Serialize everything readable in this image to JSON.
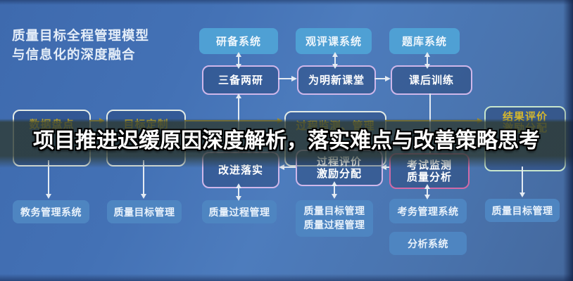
{
  "title": {
    "line1": "质量目标全程管理模型",
    "line2": "与信息化的深度融合"
  },
  "banner": {
    "text": "项目推进迟缓原因深度解析，落实难点与改善策略思考"
  },
  "colors": {
    "background_blue": "#4a74ae",
    "system_top": "#4fa0d4",
    "system_bottom": "#4e85c1",
    "gold_text": "#d5b72d",
    "lavender_border": "#cfb7ea",
    "pink_border": "#d06aa6",
    "green_border": "#c8e6cd",
    "banner_overlay": "#2e3b34"
  },
  "diagram": {
    "systems_top": [
      {
        "label": "研备系统"
      },
      {
        "label": "观评课系统"
      },
      {
        "label": "题库系统"
      }
    ],
    "process_row": [
      {
        "label": "三备两研"
      },
      {
        "label": "为明新课堂"
      },
      {
        "label": "课后训练"
      }
    ],
    "stage_row": [
      {
        "label": "数据盘点"
      },
      {
        "label": "目标定制"
      },
      {
        "label": "过程监测、管理"
      },
      {
        "line1": "结果评价",
        "line2": "激励分配"
      }
    ],
    "feedback_row": [
      {
        "label": "改进落实"
      },
      {
        "line1": "过程评价",
        "line2": "激励分配"
      },
      {
        "line1": "考试监测",
        "line2": "质量分析"
      }
    ],
    "systems_bottom": [
      {
        "label": "教务管理系统"
      },
      {
        "label": "质量目标管理"
      },
      {
        "label": "质量过程管理"
      },
      {
        "line1": "质量目标管理",
        "line2": "质量过程管理"
      },
      {
        "label": "考务管理系统"
      },
      {
        "label": "分析系统"
      },
      {
        "label": "质量目标管理"
      }
    ]
  }
}
